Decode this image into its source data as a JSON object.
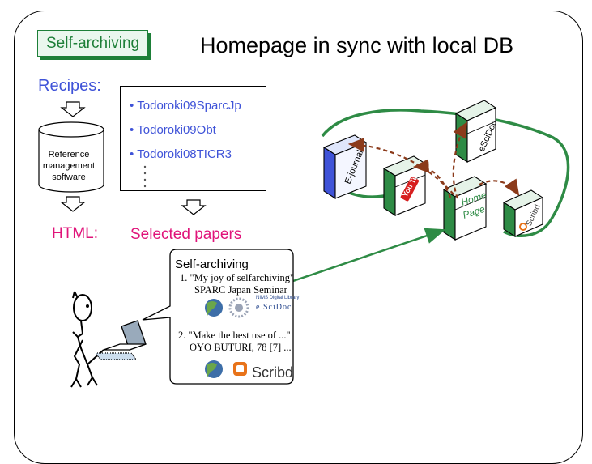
{
  "badge": "Self-archiving",
  "title": "Homepage in sync with local DB",
  "recipes_label": "Recipes:",
  "db_label": [
    "Reference",
    "management",
    "software"
  ],
  "html_label": "HTML:",
  "selected_label": "Selected papers",
  "papers": [
    "Todoroki09SparcJp",
    "Todoroki09Obt",
    "Todoroki08TICR3"
  ],
  "bubble": {
    "title": "Self-archiving",
    "item1_line1": "1. \"My joy of selfarchiving\"",
    "item1_line2": "SPARC Japan Seminar",
    "item2_line1": "2. \"Make the best use of ...\"",
    "item2_line2": "OYO BUTURI, 78 [7] ...",
    "escidoc_small": "NIMS Digital Library",
    "escidoc_text": "e SciDoc",
    "scribd_text": "Scribd"
  },
  "servers": {
    "ejournal": "E-journal",
    "youtube": "You Tube",
    "escidoc": "eSciDoc",
    "homepage": [
      "Home",
      "Page"
    ],
    "scribd": "Scribd"
  },
  "colors": {
    "green": "#2e8b45",
    "blue": "#3f53d8",
    "magenta": "#e0147a",
    "dashed_arrow": "#8b3a1a"
  }
}
